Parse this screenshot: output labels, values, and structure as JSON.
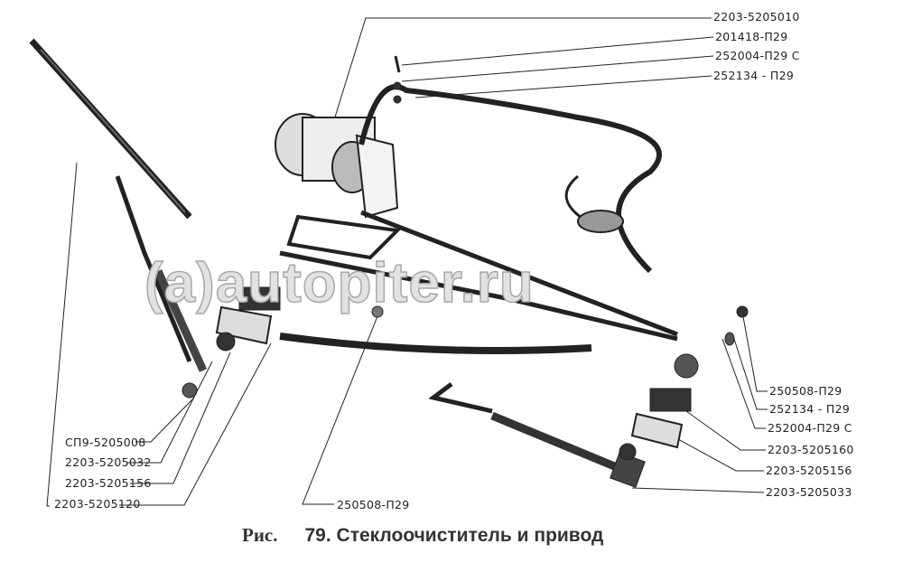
{
  "watermark": "(a)autopiter.ru",
  "labels_right_top": [
    "2203-5205010",
    "201418-П29",
    "252004-П29 С",
    "252134 - П29"
  ],
  "labels_right_bottom": [
    "250508-П29",
    "252134 - П29",
    "252004-П29 С",
    "2203-5205160",
    "2203-5205156",
    "2203-5205033"
  ],
  "labels_left": [
    "СП9-5205008",
    "2203-5205032",
    "2203-5205156",
    "2203-5205120"
  ],
  "label_bottom_center": "250508-П29",
  "caption": {
    "prefix": "Рис.",
    "text": "79. Стеклоочиститель и привод"
  }
}
